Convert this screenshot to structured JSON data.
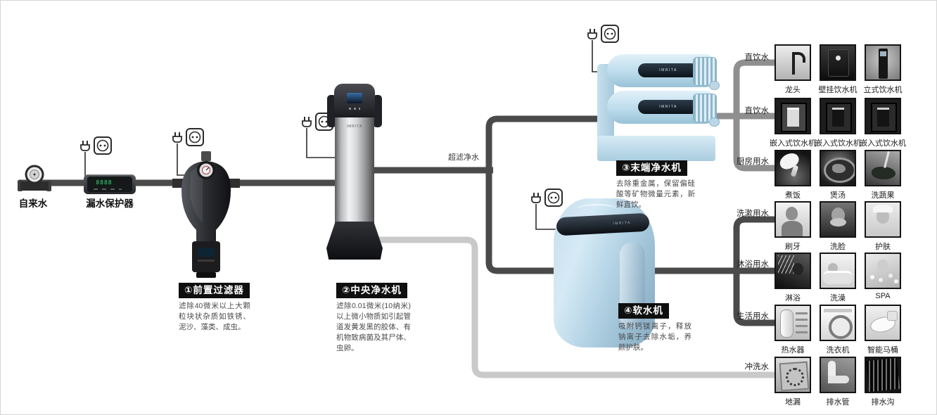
{
  "diagram": {
    "source_label": "自来水",
    "leak_protector_label": "漏水保护器",
    "leak_display": "8888",
    "pipe_label_uf": "超滤净水",
    "brand": "IMRITA",
    "stages": [
      {
        "title": "①前置过滤器",
        "desc": "滤除40微米以上大颗粒块状杂质如铁锈、泥沙、藻类、成虫。"
      },
      {
        "title": "②中央净水机",
        "desc": "滤除0.01微米(10纳米)以上微小物质如引起管道发黄发黑的胶体、有机物致病菌及其尸体、虫卵。"
      },
      {
        "title": "③末端净水机",
        "desc": "去除重金属，保留偏硅酸等矿物微量元素，新鲜直饮。"
      },
      {
        "title": "④软水机",
        "desc": "吸附钙镁离子，释放钠离子去除水垢，养颜护肤。"
      }
    ],
    "usage_rows": [
      {
        "category": "直饮水",
        "items": [
          "龙头",
          "壁挂饮水机",
          "立式饮水机"
        ]
      },
      {
        "category": "直饮水",
        "items": [
          "嵌入式饮水机",
          "嵌入式饮水机",
          "嵌入式饮水机"
        ]
      },
      {
        "category": "厨房用水",
        "items": [
          "煮饭",
          "煲汤",
          "洗蔬果"
        ]
      },
      {
        "category": "洗漱用水",
        "items": [
          "刷牙",
          "洗脸",
          "护肤"
        ]
      },
      {
        "category": "沐浴用水",
        "items": [
          "淋浴",
          "洗澡",
          "SPA"
        ]
      },
      {
        "category": "生活用水",
        "items": [
          "热水器",
          "洗衣机",
          "智能马桶"
        ]
      },
      {
        "category": "冲洗水",
        "items": [
          "地漏",
          "排水管",
          "排水沟"
        ]
      }
    ],
    "colors": {
      "pipe_dark": "#4a4a4a",
      "pipe_medium": "#8f8f8f",
      "pipe_light": "#c9c9c9",
      "machine_blue": "#b9d8e7",
      "label_box_bg": "#0f0f0f",
      "leak_display_green": "#46d08a"
    }
  }
}
